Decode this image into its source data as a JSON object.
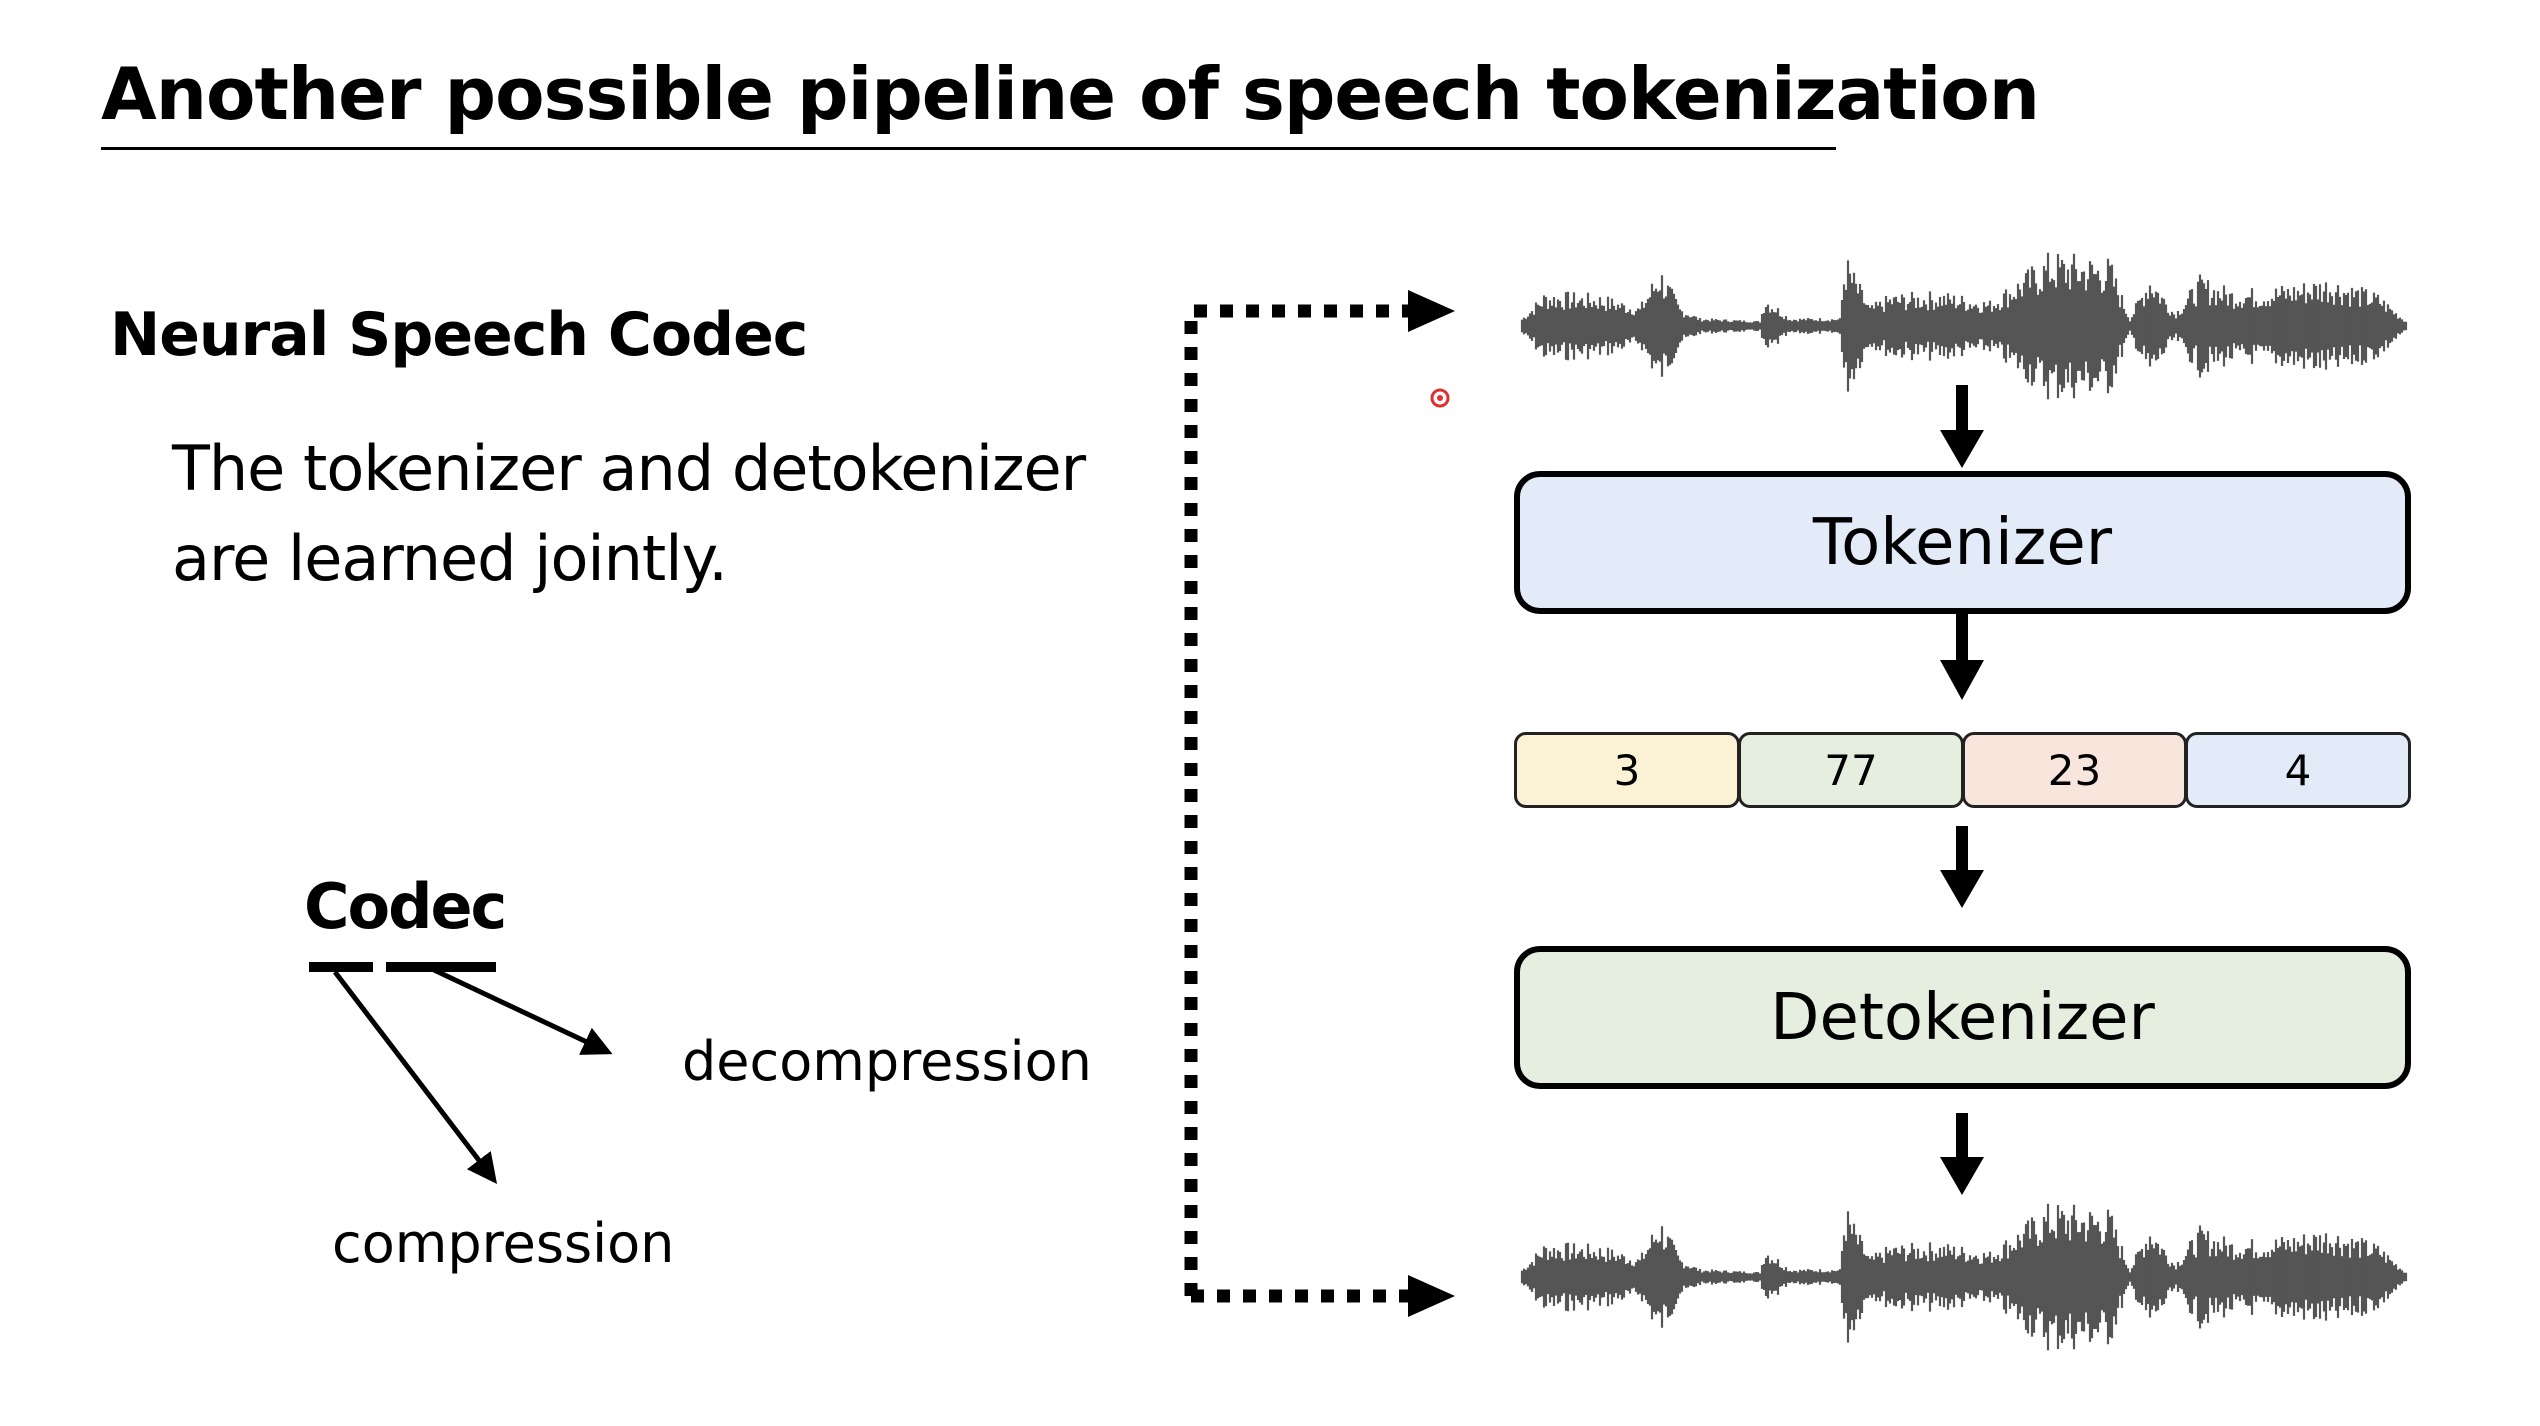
{
  "slide": {
    "title": "Another possible pipeline of speech tokenization",
    "subtitle": "Neural Speech Codec",
    "body_lines": [
      "The tokenizer and detokenizer",
      "are learned jointly."
    ],
    "codec": {
      "word": "Codec",
      "decompression_label": "decompression",
      "compression_label": "compression"
    }
  },
  "pipeline": {
    "tokenizer_label": "Tokenizer",
    "detokenizer_label": "Detokenizer",
    "tokens": [
      {
        "value": "3",
        "color": "#fbf2d5"
      },
      {
        "value": "77",
        "color": "#e6efdf"
      },
      {
        "value": "23",
        "color": "#f8e6dc"
      },
      {
        "value": "4",
        "color": "#e3eaf8"
      }
    ],
    "tokenizer_color": "#e3eaf8",
    "detokenizer_color": "#e6efdf",
    "waveform_color": "#555555"
  }
}
